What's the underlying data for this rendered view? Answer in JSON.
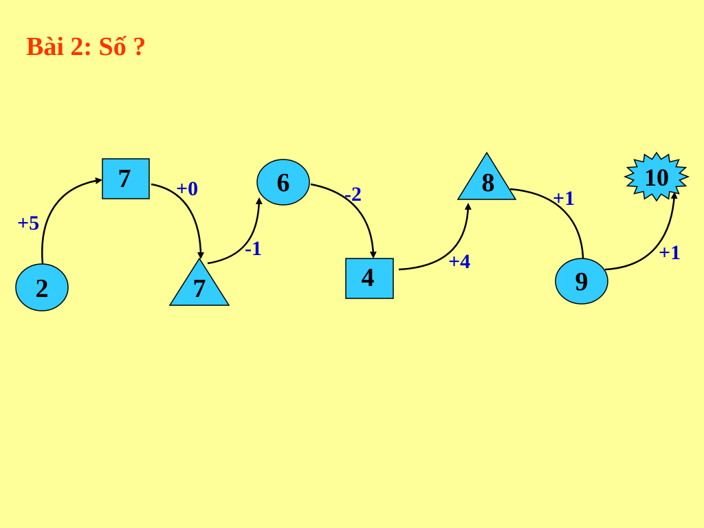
{
  "title": "Bài 2: Số ?",
  "colors": {
    "background": "#ffff99",
    "title": "#ff3300",
    "shape_fill": "#33ccff",
    "operator": "#0000cc"
  },
  "nodes": [
    {
      "shape": "circle",
      "value": "2"
    },
    {
      "shape": "square",
      "value": "7"
    },
    {
      "shape": "triangle",
      "value": "7"
    },
    {
      "shape": "circle",
      "value": "6"
    },
    {
      "shape": "square",
      "value": "4"
    },
    {
      "shape": "triangle",
      "value": "8"
    },
    {
      "shape": "circle",
      "value": "9"
    },
    {
      "shape": "starburst",
      "value": "10"
    }
  ],
  "operations": [
    "+5",
    "+0",
    "-1",
    "-2",
    "+4",
    "+1",
    "+1"
  ]
}
